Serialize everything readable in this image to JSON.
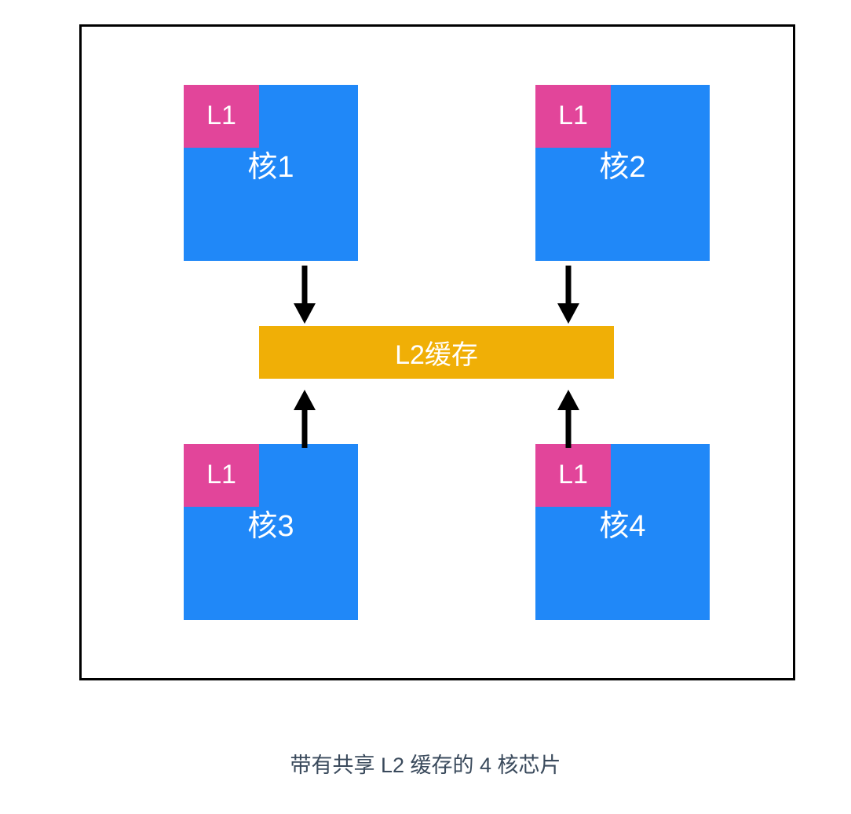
{
  "diagram": {
    "caption": "带有共享 L2 缓存的 4 核芯片",
    "colors": {
      "core_blue": "#2088f8",
      "l1_pink": "#e2459a",
      "l2_orange": "#f0af06",
      "outline_black": "#000000",
      "caption_slate": "#3a4a5c",
      "label_white": "#ffffff",
      "background": "#ffffff"
    },
    "chip": {
      "cores": [
        {
          "id": "core-1",
          "label": "核1",
          "cache_label": "L1",
          "position": "top-left"
        },
        {
          "id": "core-2",
          "label": "核2",
          "cache_label": "L1",
          "position": "top-right"
        },
        {
          "id": "core-3",
          "label": "核3",
          "cache_label": "L1",
          "position": "bottom-left"
        },
        {
          "id": "core-4",
          "label": "核4",
          "cache_label": "L1",
          "position": "bottom-right"
        }
      ],
      "shared_cache": {
        "label": "L2缓存"
      },
      "connections": [
        {
          "from": "核1",
          "to": "L2缓存",
          "direction": "down"
        },
        {
          "from": "核2",
          "to": "L2缓存",
          "direction": "down"
        },
        {
          "from": "核3",
          "to": "L2缓存",
          "direction": "up"
        },
        {
          "from": "核4",
          "to": "L2缓存",
          "direction": "up"
        }
      ]
    }
  }
}
